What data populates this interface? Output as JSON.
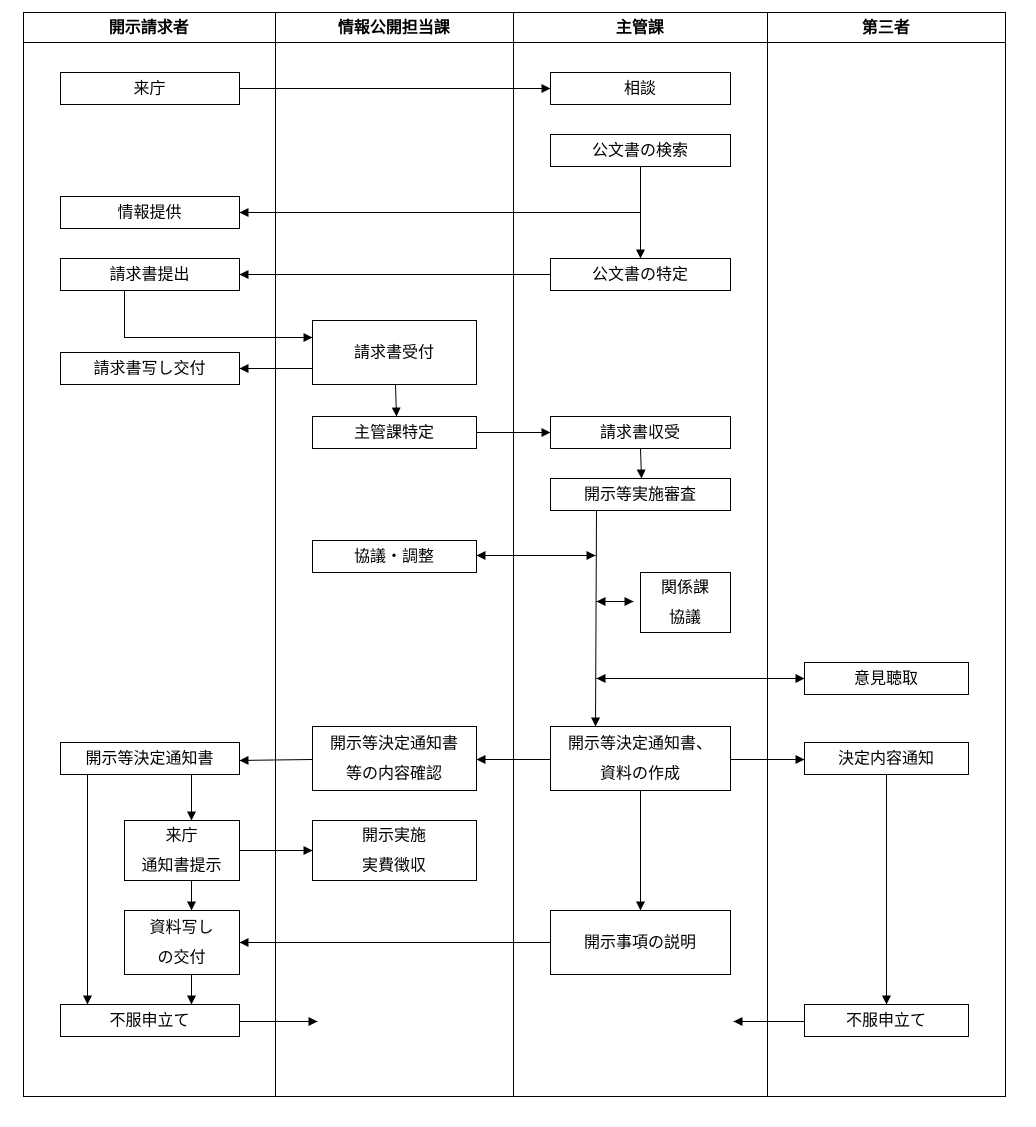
{
  "lanes": [
    "開示請求者",
    "情報公開担当課",
    "主管課",
    "第三者"
  ],
  "nodes": {
    "raicho": [
      "来庁"
    ],
    "sodan": [
      "相談"
    ],
    "kensaku": [
      "公文書の検索"
    ],
    "joho_teikyo": [
      "情報提供"
    ],
    "seikyu_teishutsu": [
      "請求書提出"
    ],
    "tokutei": [
      "公文書の特定"
    ],
    "seikyu_uketsuke": [
      "請求書受付"
    ],
    "utsushi_kofu": [
      "請求書写し交付"
    ],
    "shukanka_tokutei": [
      "主管課特定"
    ],
    "shuju": [
      "請求書収受"
    ],
    "shinsa": [
      "開示等実施審査"
    ],
    "kyogi_chosei": [
      "協議・調整"
    ],
    "kankeika": [
      "関係課",
      "協議"
    ],
    "iken": [
      "意見聴取"
    ],
    "tsuchisho": [
      "開示等決定通知書"
    ],
    "kakunin": [
      "開示等決定通知書",
      "等の内容確認"
    ],
    "sakusei": [
      "開示等決定通知書、",
      "資料の作成"
    ],
    "naiyo_tsuchi": [
      "決定内容通知"
    ],
    "raicho_teiji": [
      "来庁",
      "通知書提示"
    ],
    "jisshi": [
      "開示実施",
      "実費徴収"
    ],
    "shiryo_kofu": [
      "資料写し",
      "の交付"
    ],
    "setsumei": [
      "開示事項の説明"
    ],
    "fufuku_1": [
      "不服申立て"
    ],
    "fufuku_2": [
      "不服申立て"
    ]
  }
}
